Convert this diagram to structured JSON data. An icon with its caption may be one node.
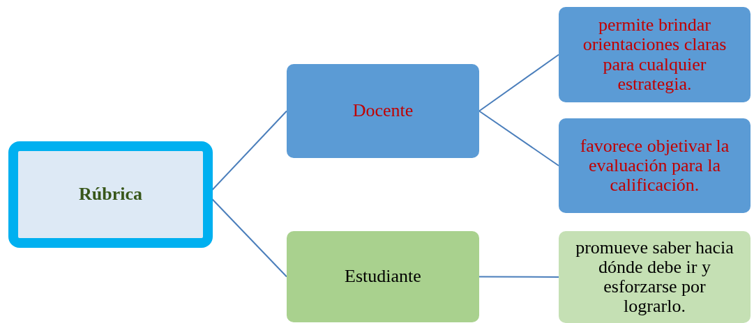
{
  "diagram": {
    "nodes": [
      {
        "text": [
          "Rúbrica"
        ]
      },
      {
        "text": [
          "Docente"
        ]
      },
      {
        "text": [
          "permite brindar orientaciones claras para cualquier estrategia."
        ]
      },
      {
        "text": [
          "favorece objetivar la evaluación para la calificación."
        ]
      },
      {
        "text": [
          "Estudiante"
        ]
      },
      {
        "text": [
          "promueve saber hacia dónde debe ir y esforzarse por lograrlo."
        ]
      }
    ],
    "edges": [
      {
        "from": 0,
        "to": 1,
        "arrow": "none"
      },
      {
        "from": 0,
        "to": 4,
        "arrow": "none"
      },
      {
        "from": 1,
        "to": 2,
        "arrow": "none"
      },
      {
        "from": 1,
        "to": 3,
        "arrow": "none"
      },
      {
        "from": 4,
        "to": 5,
        "arrow": "none"
      }
    ]
  }
}
